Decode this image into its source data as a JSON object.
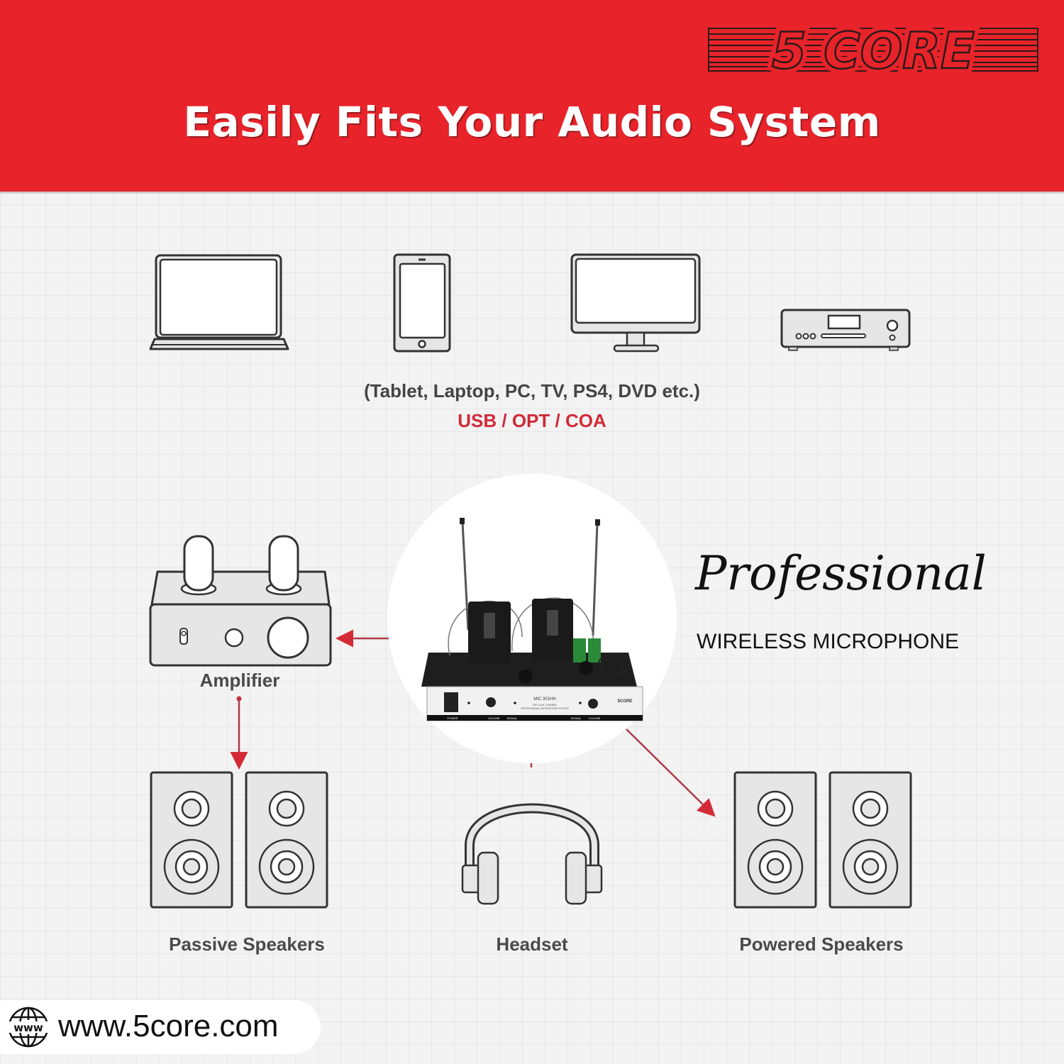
{
  "banner": {
    "headline": "Easily Fits Your Audio System",
    "brand_logo_text": "5 CORE",
    "background_color": "#e8232a"
  },
  "sources": {
    "icons": [
      "laptop-icon",
      "smartphone-icon",
      "monitor-icon",
      "dvd-player-icon"
    ],
    "caption": "(Tablet, Laptop, PC, TV, PS4, DVD etc.)",
    "ports": "USB / OPT / COA",
    "ports_color": "#d12a37"
  },
  "product": {
    "title": "Professional",
    "subtitle": "WIRELESS MICROPHONE",
    "model": "MIC 301HH",
    "model_desc_1": "VHF DUAL CHANNEL",
    "model_desc_2": "PROFESSIONAL MICROPHONE SYSTEM",
    "panel_labels": [
      "POWER",
      "VOLUME",
      "SIGNAL",
      "SIGNAL",
      "VOLUME"
    ],
    "panel_brand": "5CORE"
  },
  "outputs": {
    "amplifier": "Amplifier",
    "passive_speakers": "Passive Speakers",
    "headset": "Headset",
    "powered_speakers": "Powered Speakers",
    "arrow_color": "#c8303c"
  },
  "footer": {
    "website": "www.5core.com"
  }
}
